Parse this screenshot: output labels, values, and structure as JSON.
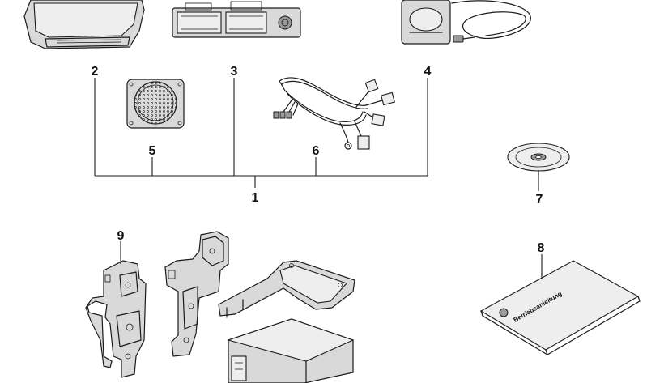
{
  "diagram": {
    "callouts": [
      {
        "id": "1",
        "label": "1"
      },
      {
        "id": "2",
        "label": "2"
      },
      {
        "id": "3",
        "label": "3"
      },
      {
        "id": "4",
        "label": "4"
      },
      {
        "id": "5",
        "label": "5"
      },
      {
        "id": "6",
        "label": "6"
      },
      {
        "id": "7",
        "label": "7"
      },
      {
        "id": "8",
        "label": "8"
      },
      {
        "id": "9",
        "label": "9"
      }
    ],
    "manual_cover_text": "Betriebsanleitung"
  }
}
